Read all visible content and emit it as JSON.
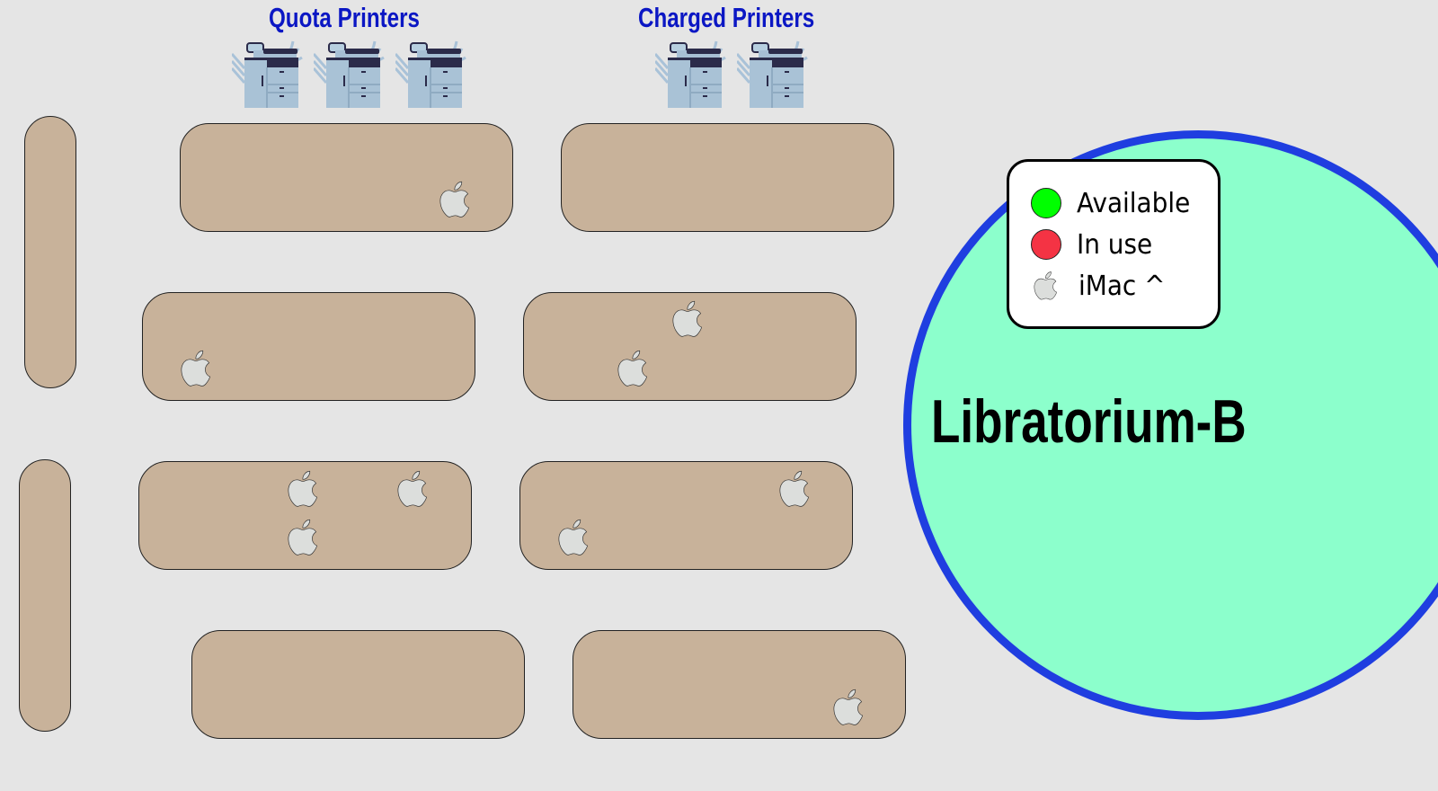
{
  "headers": {
    "quota": "Quota Printers",
    "charged": "Charged Printers"
  },
  "room": {
    "name": "Libratorium-B"
  },
  "legend": {
    "available": {
      "label": "Available",
      "color": "#00ff00"
    },
    "in_use": {
      "label": "In use",
      "color": "#f43344"
    },
    "imac": {
      "label": "iMac ^",
      "icon": "apple-icon"
    }
  },
  "colors": {
    "table": "#c8b29a",
    "room_fill": "#8cffcc",
    "room_border": "#1f3ee0",
    "title": "#0b17c4"
  }
}
